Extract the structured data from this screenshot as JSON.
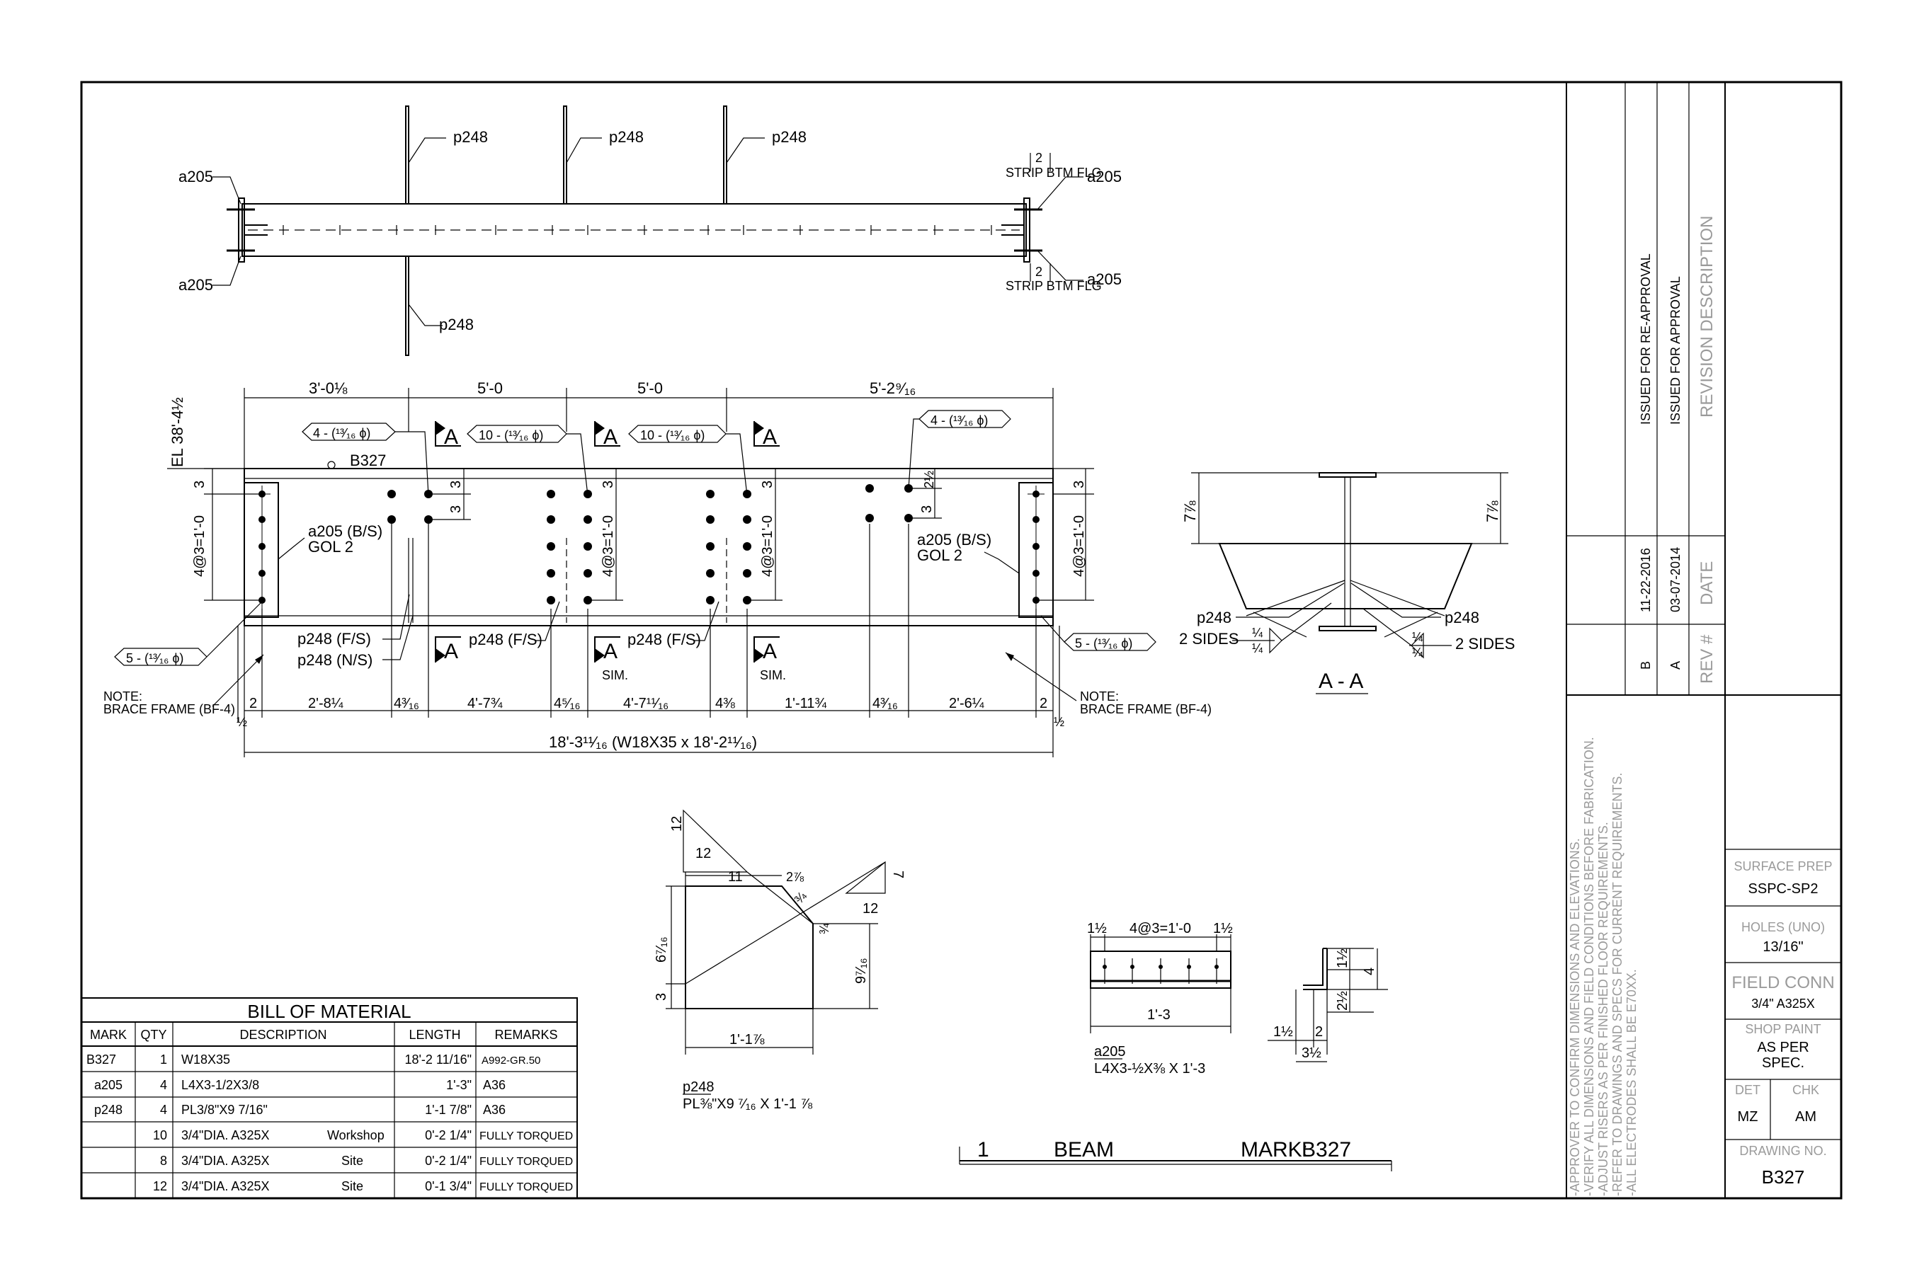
{
  "top_view": {
    "p248_labels": [
      "p248",
      "p248",
      "p248",
      "p248"
    ],
    "a205_labels": [
      "a205",
      "a205",
      "a205",
      "a205"
    ],
    "strip_note": "STRIP BTM FLG",
    "strip_dim": "2"
  },
  "elevation": {
    "el_label": "EL 38'-4½",
    "top_dims": [
      "3'-0⅛",
      "5'-0",
      "5'-0",
      "5'-2⁹⁄₁₆"
    ],
    "hole_tags": [
      "4 - (¹³⁄₁₆ ϕ)",
      "10 - (¹³⁄₁₆ ϕ)",
      "10 - (¹³⁄₁₆ ϕ)",
      "4 - (¹³⁄₁₆ ϕ)",
      "5 - (¹³⁄₁₆ ϕ)",
      "5 - (¹³⁄₁₆ ϕ)"
    ],
    "mark": "B327",
    "section_letter": "A",
    "sim": "SIM.",
    "a205_bs": "a205 (B/S)",
    "gol2": "GOL 2",
    "vert_dims": [
      "3",
      "4@3=1'-0",
      "3",
      "3",
      "4@3=1'-0",
      "3",
      "2½",
      "3",
      "3",
      "4@3=1'-0",
      "3",
      "4@3=1'-0"
    ],
    "p248_fs": "p248 (F/S)",
    "p248_ns": "p248 (N/S)",
    "note_title": "NOTE:",
    "note_text": "BRACE FRAME (BF-4)",
    "bottom_dims": [
      "2",
      "2'-8¼",
      "4³⁄₁₆",
      "4'-7¾",
      "4⁵⁄₁₆",
      "4'-7¹¹⁄₁₆",
      "4⅜",
      "1'-11¾",
      "4³⁄₁₆",
      "2'-6¼",
      "2"
    ],
    "half_left": "½",
    "half_right": "½",
    "overall": "18'-3¹¹⁄₁₆ (W18X35 x 18'-2¹¹⁄₁₆)"
  },
  "section_aa": {
    "title": "A - A",
    "dim_left": "7⅞",
    "dim_right": "7⅞",
    "p248": "p248",
    "two_sides": "2 SIDES",
    "weld": "¼"
  },
  "plate_detail": {
    "slope1_a": "12",
    "slope1_b": "12",
    "slope2_a": "7",
    "slope2_b": "12",
    "d11": "11",
    "d278": "2⅞",
    "d34": "¾",
    "d34b": "¾",
    "d6716": "6⁷⁄₁₆",
    "d3": "3",
    "d9716": "9⁷⁄₁₆",
    "d1178": "1'-1⅞",
    "mark": "p248",
    "desc": "PL⅜\"X9 ⁷⁄₁₆ X 1'-1 ⅞"
  },
  "angle_detail": {
    "d_l": "1½",
    "d_mid": "4@3=1'-0",
    "d_r": "1½",
    "d_len": "1'-3",
    "mark": "a205",
    "desc": "L4X3-½X⅜ X 1'-3",
    "e1": "1½",
    "e2": "4",
    "e3": "2½",
    "e4": "1½",
    "e5": "2",
    "e6": "3½"
  },
  "beam_title": {
    "num": "1",
    "name": "BEAM",
    "mark_label": "MARK:",
    "mark": "B327"
  },
  "bom": {
    "title": "BILL OF MATERIAL",
    "headers": [
      "MARK",
      "QTY",
      "DESCRIPTION",
      "LENGTH",
      "REMARKS"
    ],
    "rows": [
      {
        "mark": "B327",
        "qty": "1",
        "desc": "W18X35",
        "loc": "",
        "length": "18'-2 11/16\"",
        "remarks": "A992-GR.50"
      },
      {
        "mark": "a205",
        "qty": "4",
        "desc": "L4X3-1/2X3/8",
        "loc": "",
        "length": "1'-3\"",
        "remarks": "A36"
      },
      {
        "mark": "p248",
        "qty": "4",
        "desc": "PL3/8\"X9 7/16\"",
        "loc": "",
        "length": "1'-1 7/8\"",
        "remarks": "A36"
      },
      {
        "mark": "",
        "qty": "10",
        "desc": "3/4\"DIA. A325X",
        "loc": "Workshop",
        "length": "0'-2 1/4\"",
        "remarks": "FULLY TORQUED"
      },
      {
        "mark": "",
        "qty": "8",
        "desc": "3/4\"DIA. A325X",
        "loc": "Site",
        "length": "0'-2 1/4\"",
        "remarks": "FULLY TORQUED"
      },
      {
        "mark": "",
        "qty": "12",
        "desc": "3/4\"DIA. A325X",
        "loc": "Site",
        "length": "0'-1 3/4\"",
        "remarks": "FULLY TORQUED"
      }
    ]
  },
  "revisions": {
    "header_desc": "REVISION DESCRIPTION",
    "header_date": "DATE",
    "header_rev": "REV #",
    "rows": [
      {
        "rev": "B",
        "date": "11-22-2016",
        "desc": "ISSUED FOR RE-APPROVAL"
      },
      {
        "rev": "A",
        "date": "03-07-2014",
        "desc": "ISSUED FOR APPROVAL"
      }
    ]
  },
  "notes": [
    "-APPROVER TO CONFIRM DIMENSIONS AND ELEVATIONS.",
    "-VERIFY ALL DIMENSIONS AND FIELD CONDITIONS BEFORE FABRICATION.",
    "-ADJUST RISERS AS PER FINISHED FLOOR REQUIREMENTS.",
    "-REFER TO DRAWINGS AND SPECS FOR CURRENT REQUIREMENTS.",
    "-ALL ELECTRODES SHALL BE E70XX."
  ],
  "title_block": {
    "surface_label": "SURFACE PREP",
    "surface_value": "SSPC-SP2",
    "holes_label": "HOLES (UNO)",
    "holes_value": "13/16\"",
    "field_label": "FIELD CONN",
    "field_value": "3/4\" A325X",
    "paint_label": "SHOP PAINT",
    "paint_value1": "AS PER",
    "paint_value2": "SPEC.",
    "det_label": "DET",
    "chk_label": "CHK",
    "det_value": "MZ",
    "chk_value": "AM",
    "dwg_label": "DRAWING NO.",
    "dwg_value": "B327"
  }
}
